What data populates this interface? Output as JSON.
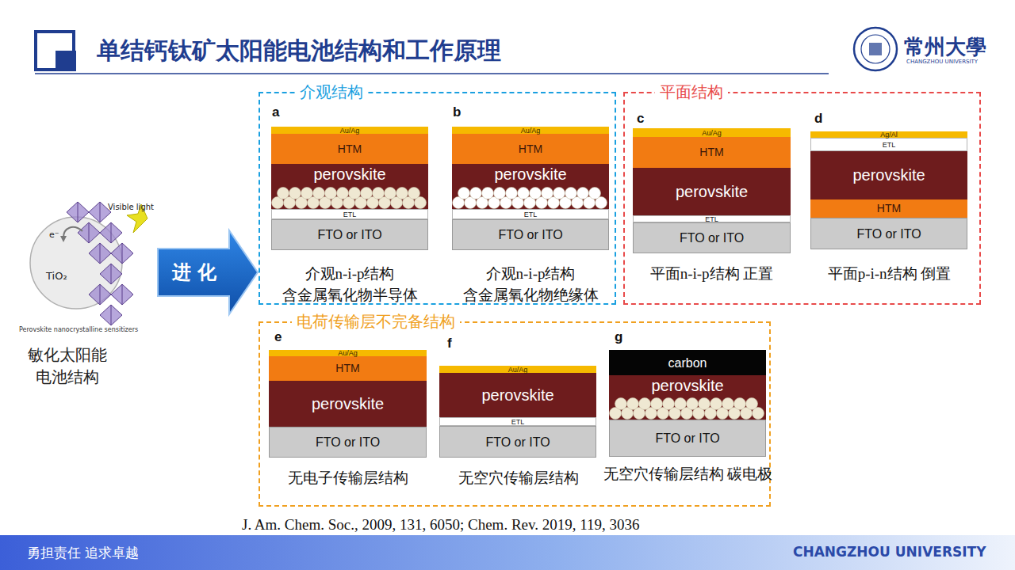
{
  "diagram": {
    "title": "单结钙钛矿太阳能电池结构和工作原理",
    "nodes": [
      {
        "text": [
          "介观结构"
        ]
      },
      {
        "text": [
          "a",
          "介观n-i-p结构 含金属氧化物半导体"
        ],
        "in": 0
      },
      {
        "text": [
          "Au/Ag"
        ],
        "in": 1
      },
      {
        "text": [
          "HTM"
        ],
        "in": 1
      },
      {
        "text": [
          "perovskite"
        ],
        "in": 1
      },
      {
        "text": [
          "ETL"
        ],
        "in": 1
      },
      {
        "text": [
          "FTO or ITO"
        ],
        "in": 1
      },
      {
        "text": [
          "b",
          "介观n-i-p结构 含金属氧化物绝缘体"
        ],
        "in": 0
      },
      {
        "text": [
          "Au/Ag"
        ],
        "in": 7
      },
      {
        "text": [
          "HTM"
        ],
        "in": 7
      },
      {
        "text": [
          "perovskite"
        ],
        "in": 7
      },
      {
        "text": [
          "ETL"
        ],
        "in": 7
      },
      {
        "text": [
          "FTO or ITO"
        ],
        "in": 7
      },
      {
        "text": [
          "平面结构"
        ]
      },
      {
        "text": [
          "c",
          "平面n-i-p结构 正置"
        ],
        "in": 13
      },
      {
        "text": [
          "Au/Ag"
        ],
        "in": 14
      },
      {
        "text": [
          "HTM"
        ],
        "in": 14
      },
      {
        "text": [
          "perovskite"
        ],
        "in": 14
      },
      {
        "text": [
          "ETL"
        ],
        "in": 14
      },
      {
        "text": [
          "FTO or ITO"
        ],
        "in": 14
      },
      {
        "text": [
          "d",
          "平面p-i-n结构 倒置"
        ],
        "in": 13
      },
      {
        "text": [
          "Ag/Al"
        ],
        "in": 20
      },
      {
        "text": [
          "ETL"
        ],
        "in": 20
      },
      {
        "text": [
          "perovskite"
        ],
        "in": 20
      },
      {
        "text": [
          "HTM"
        ],
        "in": 20
      },
      {
        "text": [
          "FTO or ITO"
        ],
        "in": 20
      },
      {
        "text": [
          "电荷传输层不完备结构"
        ]
      },
      {
        "text": [
          "e",
          "无电子传输层结构"
        ],
        "in": 26
      },
      {
        "text": [
          "Au/Ag"
        ],
        "in": 27
      },
      {
        "text": [
          "HTM"
        ],
        "in": 27
      },
      {
        "text": [
          "perovskite"
        ],
        "in": 27
      },
      {
        "text": [
          "FTO or ITO"
        ],
        "in": 27
      },
      {
        "text": [
          "f",
          "无空穴传输层结构"
        ],
        "in": 26
      },
      {
        "text": [
          "Au/Ag"
        ],
        "in": 32
      },
      {
        "text": [
          "perovskite"
        ],
        "in": 32
      },
      {
        "text": [
          "ETL"
        ],
        "in": 32
      },
      {
        "text": [
          "FTO or ITO"
        ],
        "in": 32
      },
      {
        "text": [
          "g",
          "无空穴传输层结构 碳电极"
        ],
        "in": 26
      },
      {
        "text": [
          "carbon"
        ],
        "in": 37
      },
      {
        "text": [
          "perovskite"
        ],
        "in": 37
      },
      {
        "text": [
          "FTO or ITO"
        ],
        "in": 37
      },
      {
        "text": [
          "进 化"
        ]
      }
    ],
    "labels": [
      "Visible light",
      "e⁻",
      "TiO₂",
      "Perovskite nanocrystalline sensitizers",
      "敏化太阳能电池结构",
      "J. Am. Chem. Soc., 2009, 131, 6050; Chem. Rev. 2019, 119, 3036",
      "常州大學",
      "CHANGZHOU UNIVERSITY",
      "勇担责任 追求卓越",
      "CHANGZHOU UNIVERSITY"
    ]
  }
}
